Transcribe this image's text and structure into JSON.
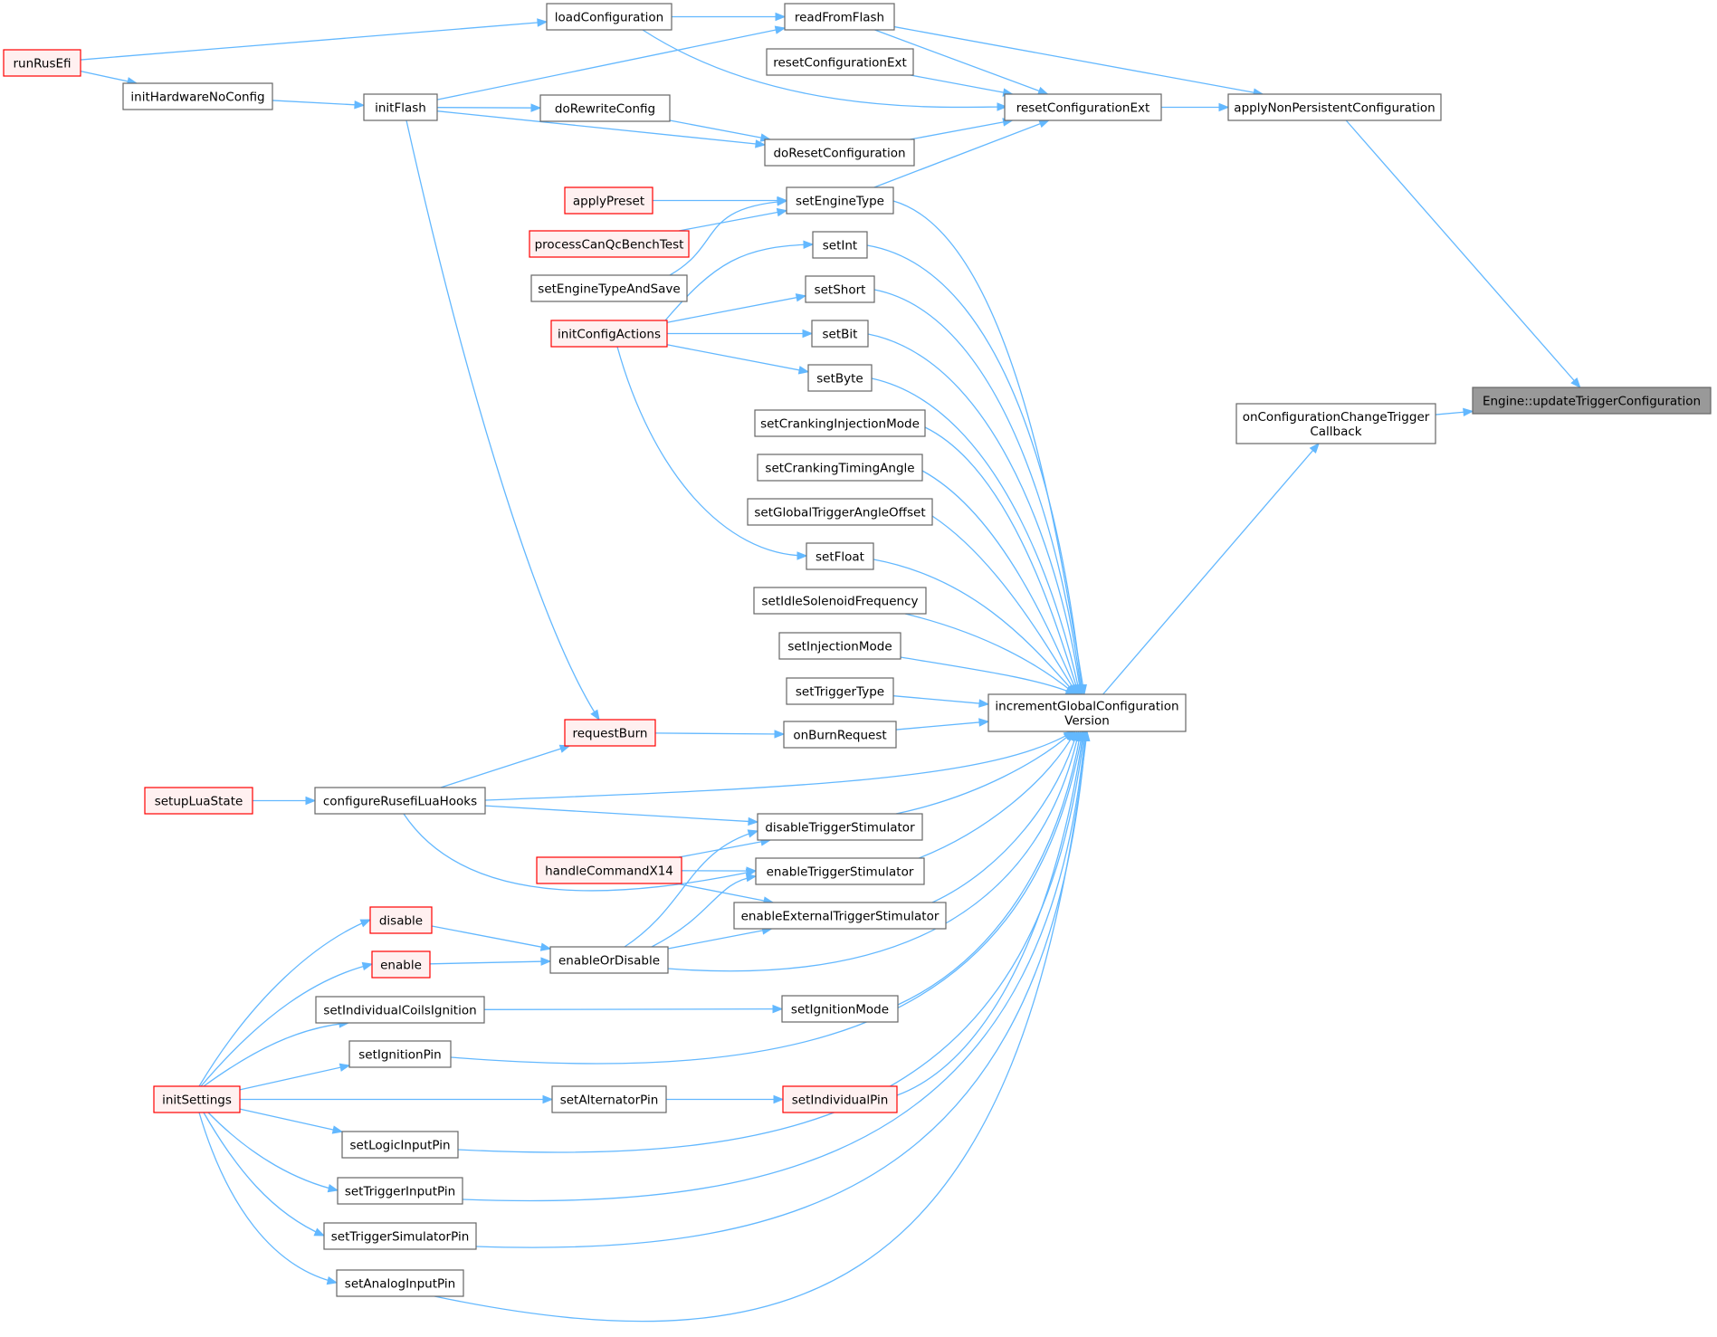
{
  "colors": {
    "edge": "#63b8ff",
    "normal_fill": "#ffffff",
    "normal_stroke": "#666666",
    "truncated_fill": "#fff0f0",
    "truncated_stroke": "#ff0000",
    "root_fill": "#999999",
    "root_stroke": "#666666"
  },
  "nodes": [
    {
      "id": "root",
      "kind": "root",
      "lines": [
        "Engine::updateTriggerConfiguration"
      ]
    },
    {
      "id": "applyNonPersistentConfiguration",
      "kind": "normal",
      "lines": [
        "applyNonPersistentConfiguration"
      ]
    },
    {
      "id": "onConfigurationChangeTriggerCallback",
      "kind": "normal",
      "lines": [
        "onConfigurationChangeTrigger",
        "Callback"
      ]
    },
    {
      "id": "resetConfigurationExt",
      "kind": "normal",
      "lines": [
        "resetConfigurationExt"
      ]
    },
    {
      "id": "incrementGlobalConfigurationVersion",
      "kind": "normal",
      "lines": [
        "incrementGlobalConfiguration",
        "Version"
      ]
    },
    {
      "id": "readFromFlash",
      "kind": "normal",
      "lines": [
        "readFromFlash"
      ]
    },
    {
      "id": "loadConfiguration",
      "kind": "normal",
      "lines": [
        "loadConfiguration"
      ]
    },
    {
      "id": "resetConfigurationExt2",
      "kind": "normal",
      "lines": [
        "resetConfigurationExt"
      ]
    },
    {
      "id": "doResetConfiguration",
      "kind": "normal",
      "lines": [
        "doResetConfiguration"
      ]
    },
    {
      "id": "doRewriteConfig",
      "kind": "normal",
      "lines": [
        "doRewriteConfig"
      ]
    },
    {
      "id": "setEngineType",
      "kind": "normal",
      "lines": [
        "setEngineType"
      ]
    },
    {
      "id": "initFlash",
      "kind": "normal",
      "lines": [
        "initFlash"
      ]
    },
    {
      "id": "initHardwareNoConfig",
      "kind": "normal",
      "lines": [
        "initHardwareNoConfig"
      ]
    },
    {
      "id": "runRusEfi",
      "kind": "truncated",
      "lines": [
        "runRusEfi"
      ]
    },
    {
      "id": "applyPreset",
      "kind": "truncated",
      "lines": [
        "applyPreset"
      ]
    },
    {
      "id": "processCanQcBenchTest",
      "kind": "truncated",
      "lines": [
        "processCanQcBenchTest"
      ]
    },
    {
      "id": "setEngineTypeAndSave",
      "kind": "normal",
      "lines": [
        "setEngineTypeAndSave"
      ]
    },
    {
      "id": "setInt",
      "kind": "normal",
      "lines": [
        "setInt"
      ]
    },
    {
      "id": "setShort",
      "kind": "normal",
      "lines": [
        "setShort"
      ]
    },
    {
      "id": "setBit",
      "kind": "normal",
      "lines": [
        "setBit"
      ]
    },
    {
      "id": "setByte",
      "kind": "normal",
      "lines": [
        "setByte"
      ]
    },
    {
      "id": "initConfigActions",
      "kind": "truncated",
      "lines": [
        "initConfigActions"
      ]
    },
    {
      "id": "setCrankingInjectionMode",
      "kind": "normal",
      "lines": [
        "setCrankingInjectionMode"
      ]
    },
    {
      "id": "setCrankingTimingAngle",
      "kind": "normal",
      "lines": [
        "setCrankingTimingAngle"
      ]
    },
    {
      "id": "setGlobalTriggerAngleOffset",
      "kind": "normal",
      "lines": [
        "setGlobalTriggerAngleOffset"
      ]
    },
    {
      "id": "setFloat",
      "kind": "normal",
      "lines": [
        "setFloat"
      ]
    },
    {
      "id": "setIdleSolenoidFrequency",
      "kind": "normal",
      "lines": [
        "setIdleSolenoidFrequency"
      ]
    },
    {
      "id": "setInjectionMode",
      "kind": "normal",
      "lines": [
        "setInjectionMode"
      ]
    },
    {
      "id": "setTriggerType",
      "kind": "normal",
      "lines": [
        "setTriggerType"
      ]
    },
    {
      "id": "onBurnRequest",
      "kind": "normal",
      "lines": [
        "onBurnRequest"
      ]
    },
    {
      "id": "requestBurn",
      "kind": "truncated",
      "lines": [
        "requestBurn"
      ]
    },
    {
      "id": "configureRusefiLuaHooks",
      "kind": "normal",
      "lines": [
        "configureRusefiLuaHooks"
      ]
    },
    {
      "id": "setupLuaState",
      "kind": "truncated",
      "lines": [
        "setupLuaState"
      ]
    },
    {
      "id": "disableTriggerStimulator",
      "kind": "normal",
      "lines": [
        "disableTriggerStimulator"
      ]
    },
    {
      "id": "enableTriggerStimulator",
      "kind": "normal",
      "lines": [
        "enableTriggerStimulator"
      ]
    },
    {
      "id": "enableExternalTriggerStimulator",
      "kind": "normal",
      "lines": [
        "enableExternalTriggerStimulator"
      ]
    },
    {
      "id": "handleCommandX14",
      "kind": "truncated",
      "lines": [
        "handleCommandX14"
      ]
    },
    {
      "id": "enableOrDisable",
      "kind": "normal",
      "lines": [
        "enableOrDisable"
      ]
    },
    {
      "id": "disable",
      "kind": "truncated",
      "lines": [
        "disable"
      ]
    },
    {
      "id": "enable",
      "kind": "truncated",
      "lines": [
        "enable"
      ]
    },
    {
      "id": "setIgnitionMode",
      "kind": "normal",
      "lines": [
        "setIgnitionMode"
      ]
    },
    {
      "id": "setIndividualCoilsIgnition",
      "kind": "normal",
      "lines": [
        "setIndividualCoilsIgnition"
      ]
    },
    {
      "id": "setIgnitionPin",
      "kind": "normal",
      "lines": [
        "setIgnitionPin"
      ]
    },
    {
      "id": "setIndividualPin",
      "kind": "truncated",
      "lines": [
        "setIndividualPin"
      ]
    },
    {
      "id": "setAlternatorPin",
      "kind": "normal",
      "lines": [
        "setAlternatorPin"
      ]
    },
    {
      "id": "initSettings",
      "kind": "truncated",
      "lines": [
        "initSettings"
      ]
    },
    {
      "id": "setLogicInputPin",
      "kind": "normal",
      "lines": [
        "setLogicInputPin"
      ]
    },
    {
      "id": "setTriggerInputPin",
      "kind": "normal",
      "lines": [
        "setTriggerInputPin"
      ]
    },
    {
      "id": "setTriggerSimulatorPin",
      "kind": "normal",
      "lines": [
        "setTriggerSimulatorPin"
      ]
    },
    {
      "id": "setAnalogInputPin",
      "kind": "normal",
      "lines": [
        "setAnalogInputPin"
      ]
    }
  ],
  "edges": [
    {
      "from": "applyNonPersistentConfiguration",
      "to": "root"
    },
    {
      "from": "onConfigurationChangeTriggerCallback",
      "to": "root"
    },
    {
      "from": "resetConfigurationExt",
      "to": "applyNonPersistentConfiguration"
    },
    {
      "from": "readFromFlash",
      "to": "applyNonPersistentConfiguration"
    },
    {
      "from": "incrementGlobalConfigurationVersion",
      "to": "onConfigurationChangeTriggerCallback"
    },
    {
      "from": "loadConfiguration",
      "to": "readFromFlash"
    },
    {
      "from": "initFlash",
      "to": "readFromFlash"
    },
    {
      "from": "readFromFlash",
      "to": "resetConfigurationExt"
    },
    {
      "from": "loadConfiguration",
      "to": "resetConfigurationExt"
    },
    {
      "from": "resetConfigurationExt2",
      "to": "resetConfigurationExt"
    },
    {
      "from": "doResetConfiguration",
      "to": "resetConfigurationExt"
    },
    {
      "from": "setEngineType",
      "to": "resetConfigurationExt"
    },
    {
      "from": "runRusEfi",
      "to": "loadConfiguration"
    },
    {
      "from": "runRusEfi",
      "to": "initHardwareNoConfig"
    },
    {
      "from": "initHardwareNoConfig",
      "to": "initFlash"
    },
    {
      "from": "initFlash",
      "to": "doRewriteConfig"
    },
    {
      "from": "doRewriteConfig",
      "to": "doResetConfiguration"
    },
    {
      "from": "initFlash",
      "to": "doResetConfiguration"
    },
    {
      "from": "applyPreset",
      "to": "setEngineType"
    },
    {
      "from": "processCanQcBenchTest",
      "to": "setEngineType"
    },
    {
      "from": "setEngineTypeAndSave",
      "to": "setEngineType"
    },
    {
      "from": "initConfigActions",
      "to": "setInt"
    },
    {
      "from": "initConfigActions",
      "to": "setShort"
    },
    {
      "from": "initConfigActions",
      "to": "setBit"
    },
    {
      "from": "initConfigActions",
      "to": "setByte"
    },
    {
      "from": "initConfigActions",
      "to": "setFloat"
    },
    {
      "from": "initFlash",
      "to": "requestBurn"
    },
    {
      "from": "setEngineType",
      "to": "incrementGlobalConfigurationVersion"
    },
    {
      "from": "setInt",
      "to": "incrementGlobalConfigurationVersion"
    },
    {
      "from": "setShort",
      "to": "incrementGlobalConfigurationVersion"
    },
    {
      "from": "setBit",
      "to": "incrementGlobalConfigurationVersion"
    },
    {
      "from": "setByte",
      "to": "incrementGlobalConfigurationVersion"
    },
    {
      "from": "setCrankingInjectionMode",
      "to": "incrementGlobalConfigurationVersion"
    },
    {
      "from": "setCrankingTimingAngle",
      "to": "incrementGlobalConfigurationVersion"
    },
    {
      "from": "setGlobalTriggerAngleOffset",
      "to": "incrementGlobalConfigurationVersion"
    },
    {
      "from": "setFloat",
      "to": "incrementGlobalConfigurationVersion"
    },
    {
      "from": "setIdleSolenoidFrequency",
      "to": "incrementGlobalConfigurationVersion"
    },
    {
      "from": "setInjectionMode",
      "to": "incrementGlobalConfigurationVersion"
    },
    {
      "from": "setTriggerType",
      "to": "incrementGlobalConfigurationVersion"
    },
    {
      "from": "onBurnRequest",
      "to": "incrementGlobalConfigurationVersion"
    },
    {
      "from": "configureRusefiLuaHooks",
      "to": "incrementGlobalConfigurationVersion"
    },
    {
      "from": "disableTriggerStimulator",
      "to": "incrementGlobalConfigurationVersion"
    },
    {
      "from": "enableTriggerStimulator",
      "to": "incrementGlobalConfigurationVersion"
    },
    {
      "from": "enableExternalTriggerStimulator",
      "to": "incrementGlobalConfigurationVersion"
    },
    {
      "from": "enableOrDisable",
      "to": "incrementGlobalConfigurationVersion"
    },
    {
      "from": "setIgnitionMode",
      "to": "incrementGlobalConfigurationVersion"
    },
    {
      "from": "setIgnitionPin",
      "to": "incrementGlobalConfigurationVersion"
    },
    {
      "from": "setIndividualPin",
      "to": "incrementGlobalConfigurationVersion"
    },
    {
      "from": "setLogicInputPin",
      "to": "incrementGlobalConfigurationVersion"
    },
    {
      "from": "setTriggerInputPin",
      "to": "incrementGlobalConfigurationVersion"
    },
    {
      "from": "setTriggerSimulatorPin",
      "to": "incrementGlobalConfigurationVersion"
    },
    {
      "from": "setAnalogInputPin",
      "to": "incrementGlobalConfigurationVersion"
    },
    {
      "from": "requestBurn",
      "to": "onBurnRequest"
    },
    {
      "from": "configureRusefiLuaHooks",
      "to": "requestBurn"
    },
    {
      "from": "setupLuaState",
      "to": "configureRusefiLuaHooks"
    },
    {
      "from": "configureRusefiLuaHooks",
      "to": "disableTriggerStimulator"
    },
    {
      "from": "configureRusefiLuaHooks",
      "to": "enableTriggerStimulator"
    },
    {
      "from": "handleCommandX14",
      "to": "disableTriggerStimulator"
    },
    {
      "from": "handleCommandX14",
      "to": "enableTriggerStimulator"
    },
    {
      "from": "handleCommandX14",
      "to": "enableExternalTriggerStimulator"
    },
    {
      "from": "enableOrDisable",
      "to": "disableTriggerStimulator"
    },
    {
      "from": "enableOrDisable",
      "to": "enableTriggerStimulator"
    },
    {
      "from": "enableOrDisable",
      "to": "enableExternalTriggerStimulator"
    },
    {
      "from": "disable",
      "to": "enableOrDisable"
    },
    {
      "from": "enable",
      "to": "enableOrDisable"
    },
    {
      "from": "setIndividualCoilsIgnition",
      "to": "setIgnitionMode"
    },
    {
      "from": "setAlternatorPin",
      "to": "setIndividualPin"
    },
    {
      "from": "initSettings",
      "to": "disable"
    },
    {
      "from": "initSettings",
      "to": "enable"
    },
    {
      "from": "initSettings",
      "to": "setIndividualCoilsIgnition"
    },
    {
      "from": "initSettings",
      "to": "setIgnitionPin"
    },
    {
      "from": "initSettings",
      "to": "setAlternatorPin"
    },
    {
      "from": "initSettings",
      "to": "setLogicInputPin"
    },
    {
      "from": "initSettings",
      "to": "setTriggerInputPin"
    },
    {
      "from": "initSettings",
      "to": "setTriggerSimulatorPin"
    },
    {
      "from": "initSettings",
      "to": "setAnalogInputPin"
    }
  ]
}
